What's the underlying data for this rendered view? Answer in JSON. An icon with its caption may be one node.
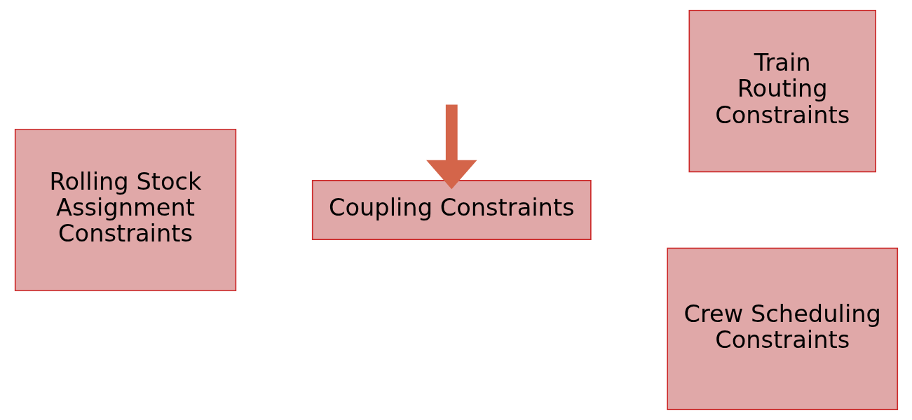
{
  "diagram": {
    "nodes": [
      {
        "text": [
          "Rolling Stock Assignment Constraints"
        ]
      },
      {
        "text": [
          "Coupling Constraints"
        ]
      },
      {
        "text": [
          "Train Routing Constraints"
        ]
      },
      {
        "text": [
          "Crew Scheduling Constraints"
        ]
      }
    ],
    "edges": [
      {
        "from": null,
        "to": 1,
        "arrow": "to",
        "color": "#d4654a"
      }
    ]
  }
}
